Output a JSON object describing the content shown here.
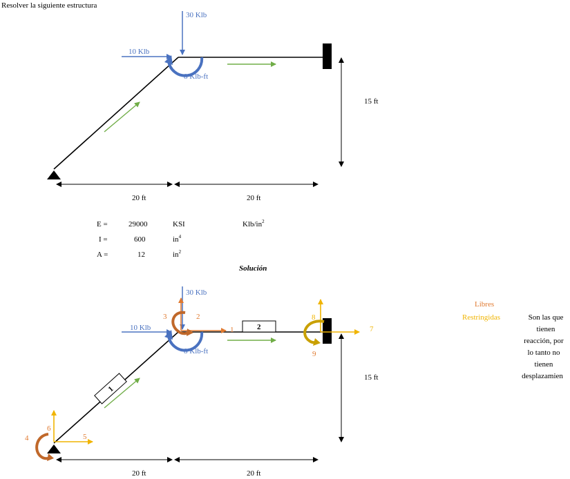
{
  "header": {
    "title": "Resolver la siguiente estructura"
  },
  "colors": {
    "blue": "#4a72c0",
    "green": "#70ad47",
    "orange": "#e07a30",
    "yellow": "#f0b400",
    "black": "#000000"
  },
  "diagram1": {
    "load_vertical": "30 Klb",
    "load_horizontal": "10 Klb",
    "moment": "8 Klb-ft",
    "height_dim": "15 ft",
    "span_left": "20 ft",
    "span_right": "20 ft"
  },
  "properties": {
    "E": {
      "label": "E =",
      "value": "29000",
      "unit": "KSI",
      "extra": "Klb/in",
      "extra_exp": "2"
    },
    "I": {
      "label": "I =",
      "value": "600",
      "unit": "in",
      "exp": "4"
    },
    "A": {
      "label": "A =",
      "value": "12",
      "unit": "in",
      "exp": "2"
    }
  },
  "solution": {
    "title": "Solución"
  },
  "diagram2": {
    "load_vertical": "30 Klb",
    "load_horizontal": "10 Klb",
    "moment": "8 Klb-ft",
    "height_dim": "15 ft",
    "span_left": "20 ft",
    "span_right": "20 ft",
    "element_1": "1",
    "element_2": "2",
    "dof": [
      "1",
      "2",
      "3",
      "4",
      "5",
      "6",
      "7",
      "8",
      "9"
    ]
  },
  "legend": {
    "libres": "Libres",
    "restringidas": "Restringidas",
    "note_lines": [
      "Son las que",
      "tienen",
      "reacción, por",
      "lo tanto no",
      "tienen",
      "desplazamien"
    ]
  }
}
